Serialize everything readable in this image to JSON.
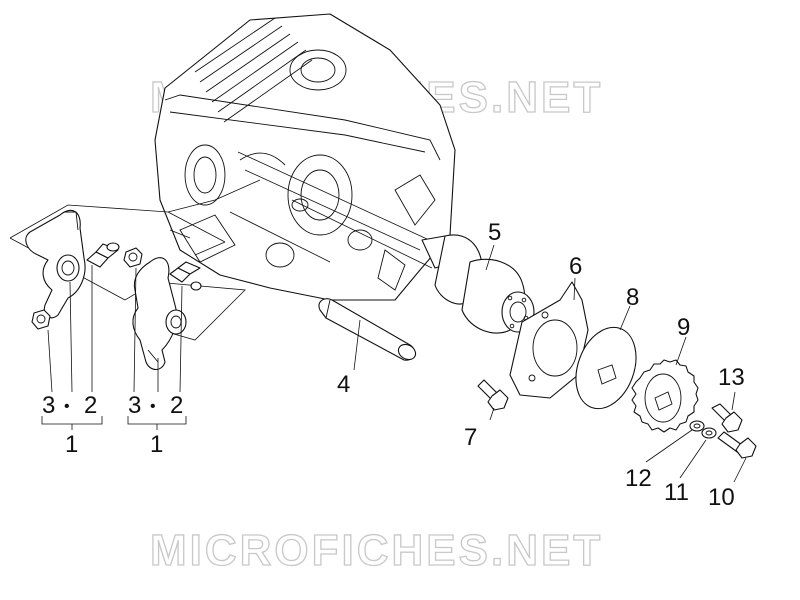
{
  "watermark": {
    "top": "MICROFICHES.NET",
    "bottom": "MICROFICHES.NET"
  },
  "callouts": {
    "group_left": {
      "a": "3",
      "dot": "•",
      "b": "2",
      "assembly": "1"
    },
    "group_mid": {
      "a": "3",
      "dot": "•",
      "b": "2",
      "assembly": "1"
    },
    "p4": "4",
    "p5": "5",
    "p6": "6",
    "p7": "7",
    "p8": "8",
    "p9": "9",
    "p10": "10",
    "p11": "11",
    "p12": "12",
    "p13": "13"
  }
}
